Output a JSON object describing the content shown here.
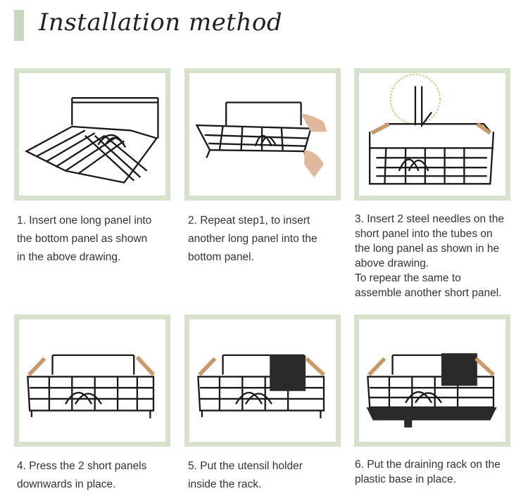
{
  "title": "Installation method",
  "steps": [
    {
      "caption": "1. Insert one long panel into\nthe bottom panel as shown\nin the above drawing."
    },
    {
      "caption": "2. Repeat step1, to insert\nanother long panel into the\nbottom panel."
    },
    {
      "caption": "3. Insert 2 steel needles on the\nshort panel into the tubes on\nthe long panel as shown in he\nabove drawing.\nTo repear the same to\nassemble another short panel."
    },
    {
      "caption": "4. Press the 2 short panels\ndownwards in place."
    },
    {
      "caption": "5. Put the utensil holder\ninside the rack."
    },
    {
      "caption": "6. Put the draining rack on the\nplastic base in place."
    }
  ],
  "colors": {
    "panel_border": "#d7e2cc",
    "title_accent": "#c9d6c0",
    "wire": "#1a1a1a",
    "wood": "#c89a6a"
  }
}
